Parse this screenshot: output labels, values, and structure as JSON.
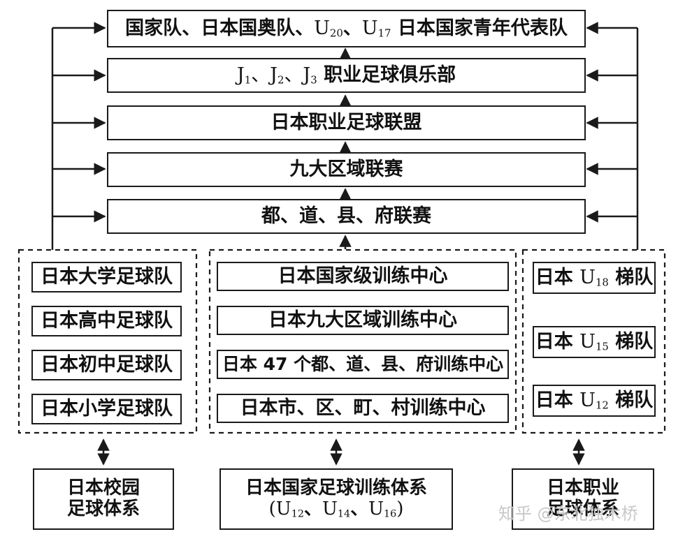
{
  "top_levels": {
    "national": {
      "pre": "国家队、日本国奥队、",
      "u_a": "U",
      "u_a_sub": "20",
      "sep": "、",
      "u_b": "U",
      "u_b_sub": "17",
      "post": " 日本国家青年代表队"
    },
    "clubs": {
      "j1": "J",
      "j1_sub": "1",
      "j2": "、J",
      "j2_sub": "2",
      "j3": "、J",
      "j3_sub": "3",
      "post": " 职业足球俱乐部"
    },
    "league": "日本职业足球联盟",
    "regional": "九大区域联赛",
    "prefectural": "都、道、县、府联赛"
  },
  "school_teams": [
    "日本大学足球队",
    "日本高中足球队",
    "日本初中足球队",
    "日本小学足球队"
  ],
  "training_centers": [
    "日本国家级训练中心",
    "日本九大区域训练中心",
    "日本 47 个都、道、县、府训练中心",
    "日本市、区、町、村训练中心"
  ],
  "ladder_teams": [
    {
      "pre": "日本 ",
      "u": "U",
      "sub": "18",
      "post": " 梯队"
    },
    {
      "pre": "日本 ",
      "u": "U",
      "sub": "15",
      "post": " 梯队"
    },
    {
      "pre": "日本 ",
      "u": "U",
      "sub": "12",
      "post": " 梯队"
    }
  ],
  "systems": {
    "school": [
      "日本校园",
      "足球体系"
    ],
    "national": {
      "title": "日本国家足球训练体系",
      "paren_open": "(",
      "u1": "U",
      "u1_sub": "12",
      "sep1": "、",
      "u2": "U",
      "u2_sub": "14",
      "sep2": "、",
      "u3": "U",
      "u3_sub": "16",
      "paren_close": ")"
    },
    "pro": [
      "日本职业",
      "足球体系"
    ]
  },
  "watermark": "知乎 @东北独木桥"
}
